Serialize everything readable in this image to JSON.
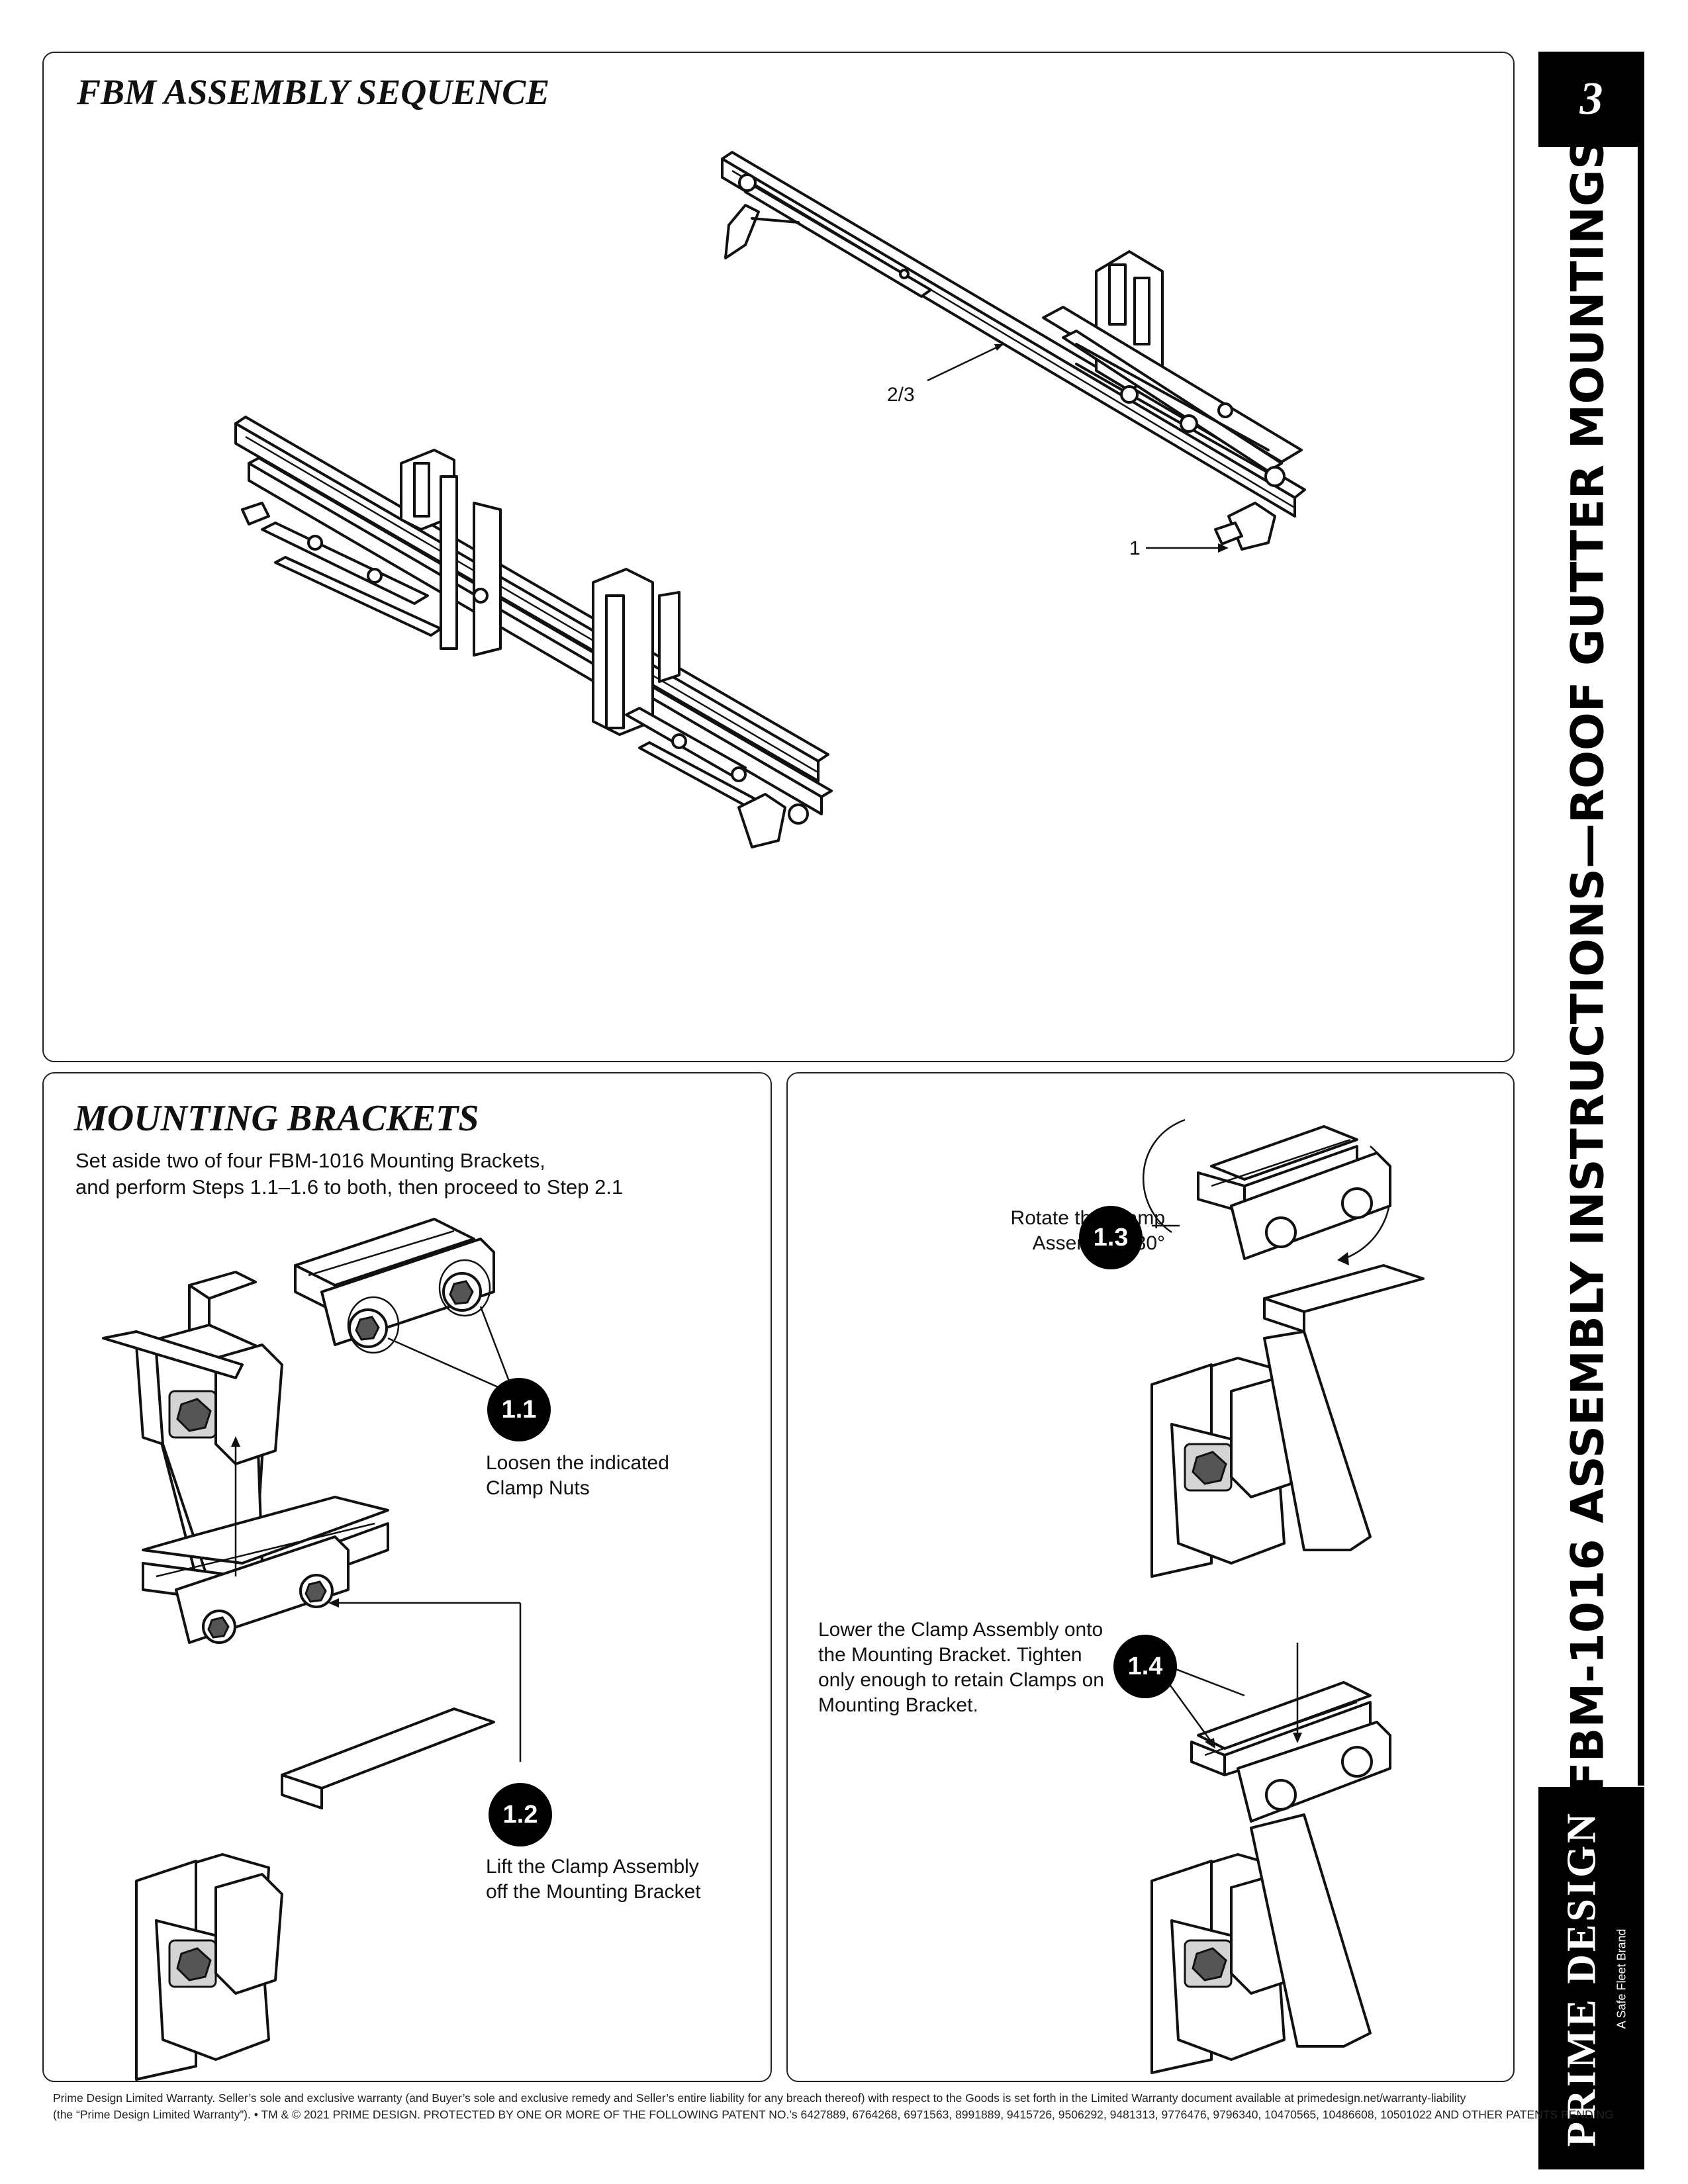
{
  "assembly": {
    "title": "FBM ASSEMBLY SEQUENCE",
    "callout_rails": "2/3",
    "callout_bracket": "1"
  },
  "brackets": {
    "title": "MOUNTING BRACKETS",
    "intro_line1": "Set aside two of four FBM-1016 Mounting Brackets,",
    "intro_line2": "and perform Steps 1.1–1.6 to both, then proceed to Step 2.1"
  },
  "steps": [
    {
      "number": "1.1",
      "text_line1": "Loosen the indicated",
      "text_line2": "Clamp Nuts"
    },
    {
      "number": "1.2",
      "text_line1": "Lift the Clamp Assembly",
      "text_line2": "off the Mounting Bracket"
    },
    {
      "number": "1.3",
      "text_line1": "Rotate the Clamp",
      "text_line2": "Assembly 180°"
    },
    {
      "number": "1.4",
      "text_line1": "Lower the Clamp Assembly onto",
      "text_line2": "the Mounting Bracket. Tighten",
      "text_line3": "only enough to retain Clamps on",
      "text_line4": "Mounting Bracket."
    }
  ],
  "sidebar": {
    "page_number": "3",
    "title": "FBM-1016 ASSEMBLY INSTRUCTIONS—ROOF GUTTER MOUNTINGS",
    "brand_name": "PRIME DESIGN",
    "brand_tagline": "A Safe Fleet Brand"
  },
  "footer": {
    "line1": "Prime Design Limited Warranty. Seller’s sole and exclusive warranty (and Buyer’s sole and exclusive remedy and Seller’s entire liability for any breach thereof) with respect to the Goods is set forth in the Limited Warranty document available at primedesign.net/warranty-liability",
    "line2": "(the “Prime Design Limited Warranty”). • TM & © 2021 PRIME DESIGN. PROTECTED BY ONE OR MORE OF THE FOLLOWING PATENT NO.’s 6427889, 6764268, 6971563, 8991889, 9415726, 9506292, 9481313, 9776476, 9796340, 10470565, 10486608, 10501022 AND OTHER PATENTS PENDING"
  }
}
